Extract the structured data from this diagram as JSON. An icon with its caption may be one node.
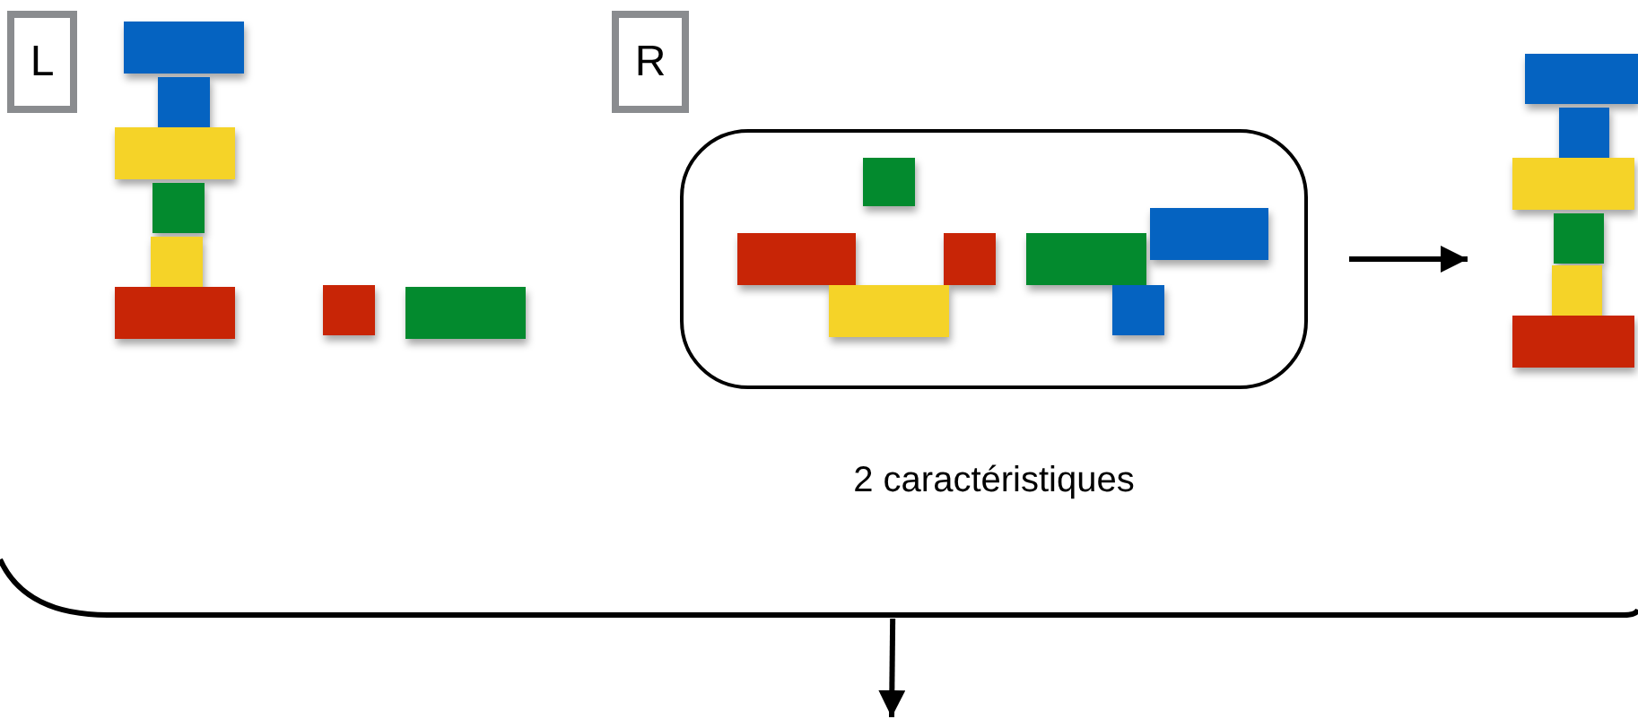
{
  "diagram": {
    "nodes": [
      {
        "text": [
          "L"
        ]
      },
      {
        "text": [
          "R"
        ]
      },
      {
        "text": [],
        "shape": "box"
      },
      {
        "text": [],
        "shape": "picture"
      },
      {
        "text": [],
        "shape": "bracket"
      }
    ],
    "edges": [
      {
        "from": 2,
        "to": 3,
        "arrow": "to"
      },
      {
        "from": 4,
        "to": null,
        "arrow": "to"
      }
    ],
    "labels": [
      "2 caractéristiques"
    ]
  }
}
